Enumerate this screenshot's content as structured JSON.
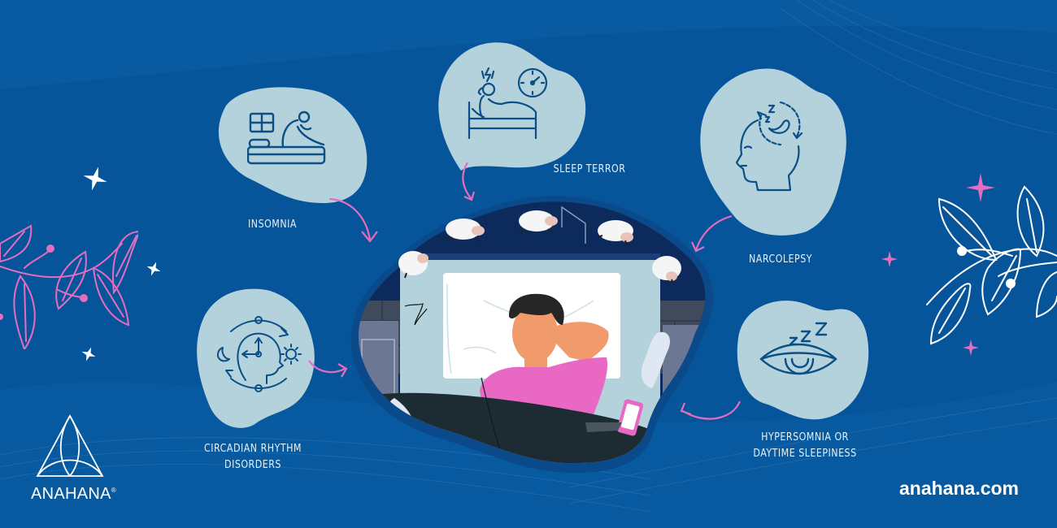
{
  "colors": {
    "background": "#06549a",
    "background_light": "#0a5fa6",
    "blob": "#b3d2dc",
    "icon_stroke": "#0b4f86",
    "arrow": "#e46dc0",
    "label_text": "#e6f0f8",
    "night_sky": "#0c2a5c",
    "shirt": "#e968c4",
    "blanket": "#1d2b33"
  },
  "brand": {
    "name": "ANAHANA",
    "trademark": "®",
    "logo_icon": "triquetra-triangle-icon",
    "url": "anahana.com"
  },
  "disorders": [
    {
      "id": "insomnia",
      "label_lines": [
        "INSOMNIA"
      ],
      "icon": "person-hunched-on-bed-icon"
    },
    {
      "id": "sleep-terror",
      "label_lines": [
        "SLEEP TERROR"
      ],
      "icon": "startled-person-in-bed-with-clock-icon"
    },
    {
      "id": "narcolepsy",
      "label_lines": [
        "NARCOLEPSY"
      ],
      "icon": "head-with-moon-cycle-icon"
    },
    {
      "id": "circadian",
      "label_lines": [
        "CIRCADIAN RHYTHM",
        "DISORDERS"
      ],
      "icon": "head-clock-day-night-cycle-icon"
    },
    {
      "id": "hypersomnia",
      "label_lines": [
        "HYPERSOMNIA OR",
        "DAYTIME SLEEPINESS"
      ],
      "icon": "sleepy-eye-zzz-icon"
    }
  ],
  "center_illustration": {
    "description": "man-lying-awake-in-bed-counting-sheep",
    "sheep_count": 5
  }
}
